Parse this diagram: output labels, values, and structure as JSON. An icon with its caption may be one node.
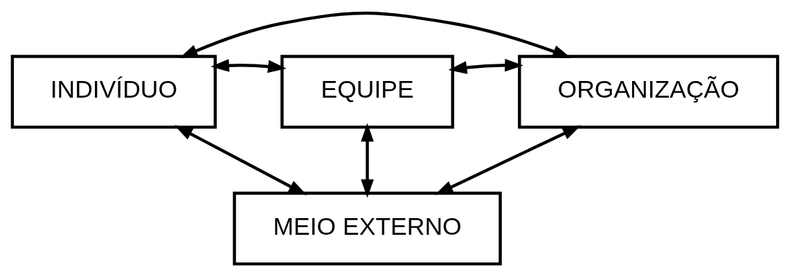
{
  "diagram": {
    "nodes": [
      {
        "text": [
          "INDIVÍDUO"
        ]
      },
      {
        "text": [
          "EQUIPE"
        ]
      },
      {
        "text": [
          "ORGANIZAÇÃO"
        ]
      },
      {
        "text": [
          "MEIO EXTERNO"
        ]
      }
    ],
    "edges": [
      {
        "from": 0,
        "to": 2,
        "arrow": "both"
      },
      {
        "from": 0,
        "to": 1,
        "arrow": "both"
      },
      {
        "from": 1,
        "to": 2,
        "arrow": "both"
      },
      {
        "from": 1,
        "to": 3,
        "arrow": "both"
      },
      {
        "from": 0,
        "to": 3,
        "arrow": "both"
      },
      {
        "from": 2,
        "to": 3,
        "arrow": "both"
      }
    ]
  }
}
